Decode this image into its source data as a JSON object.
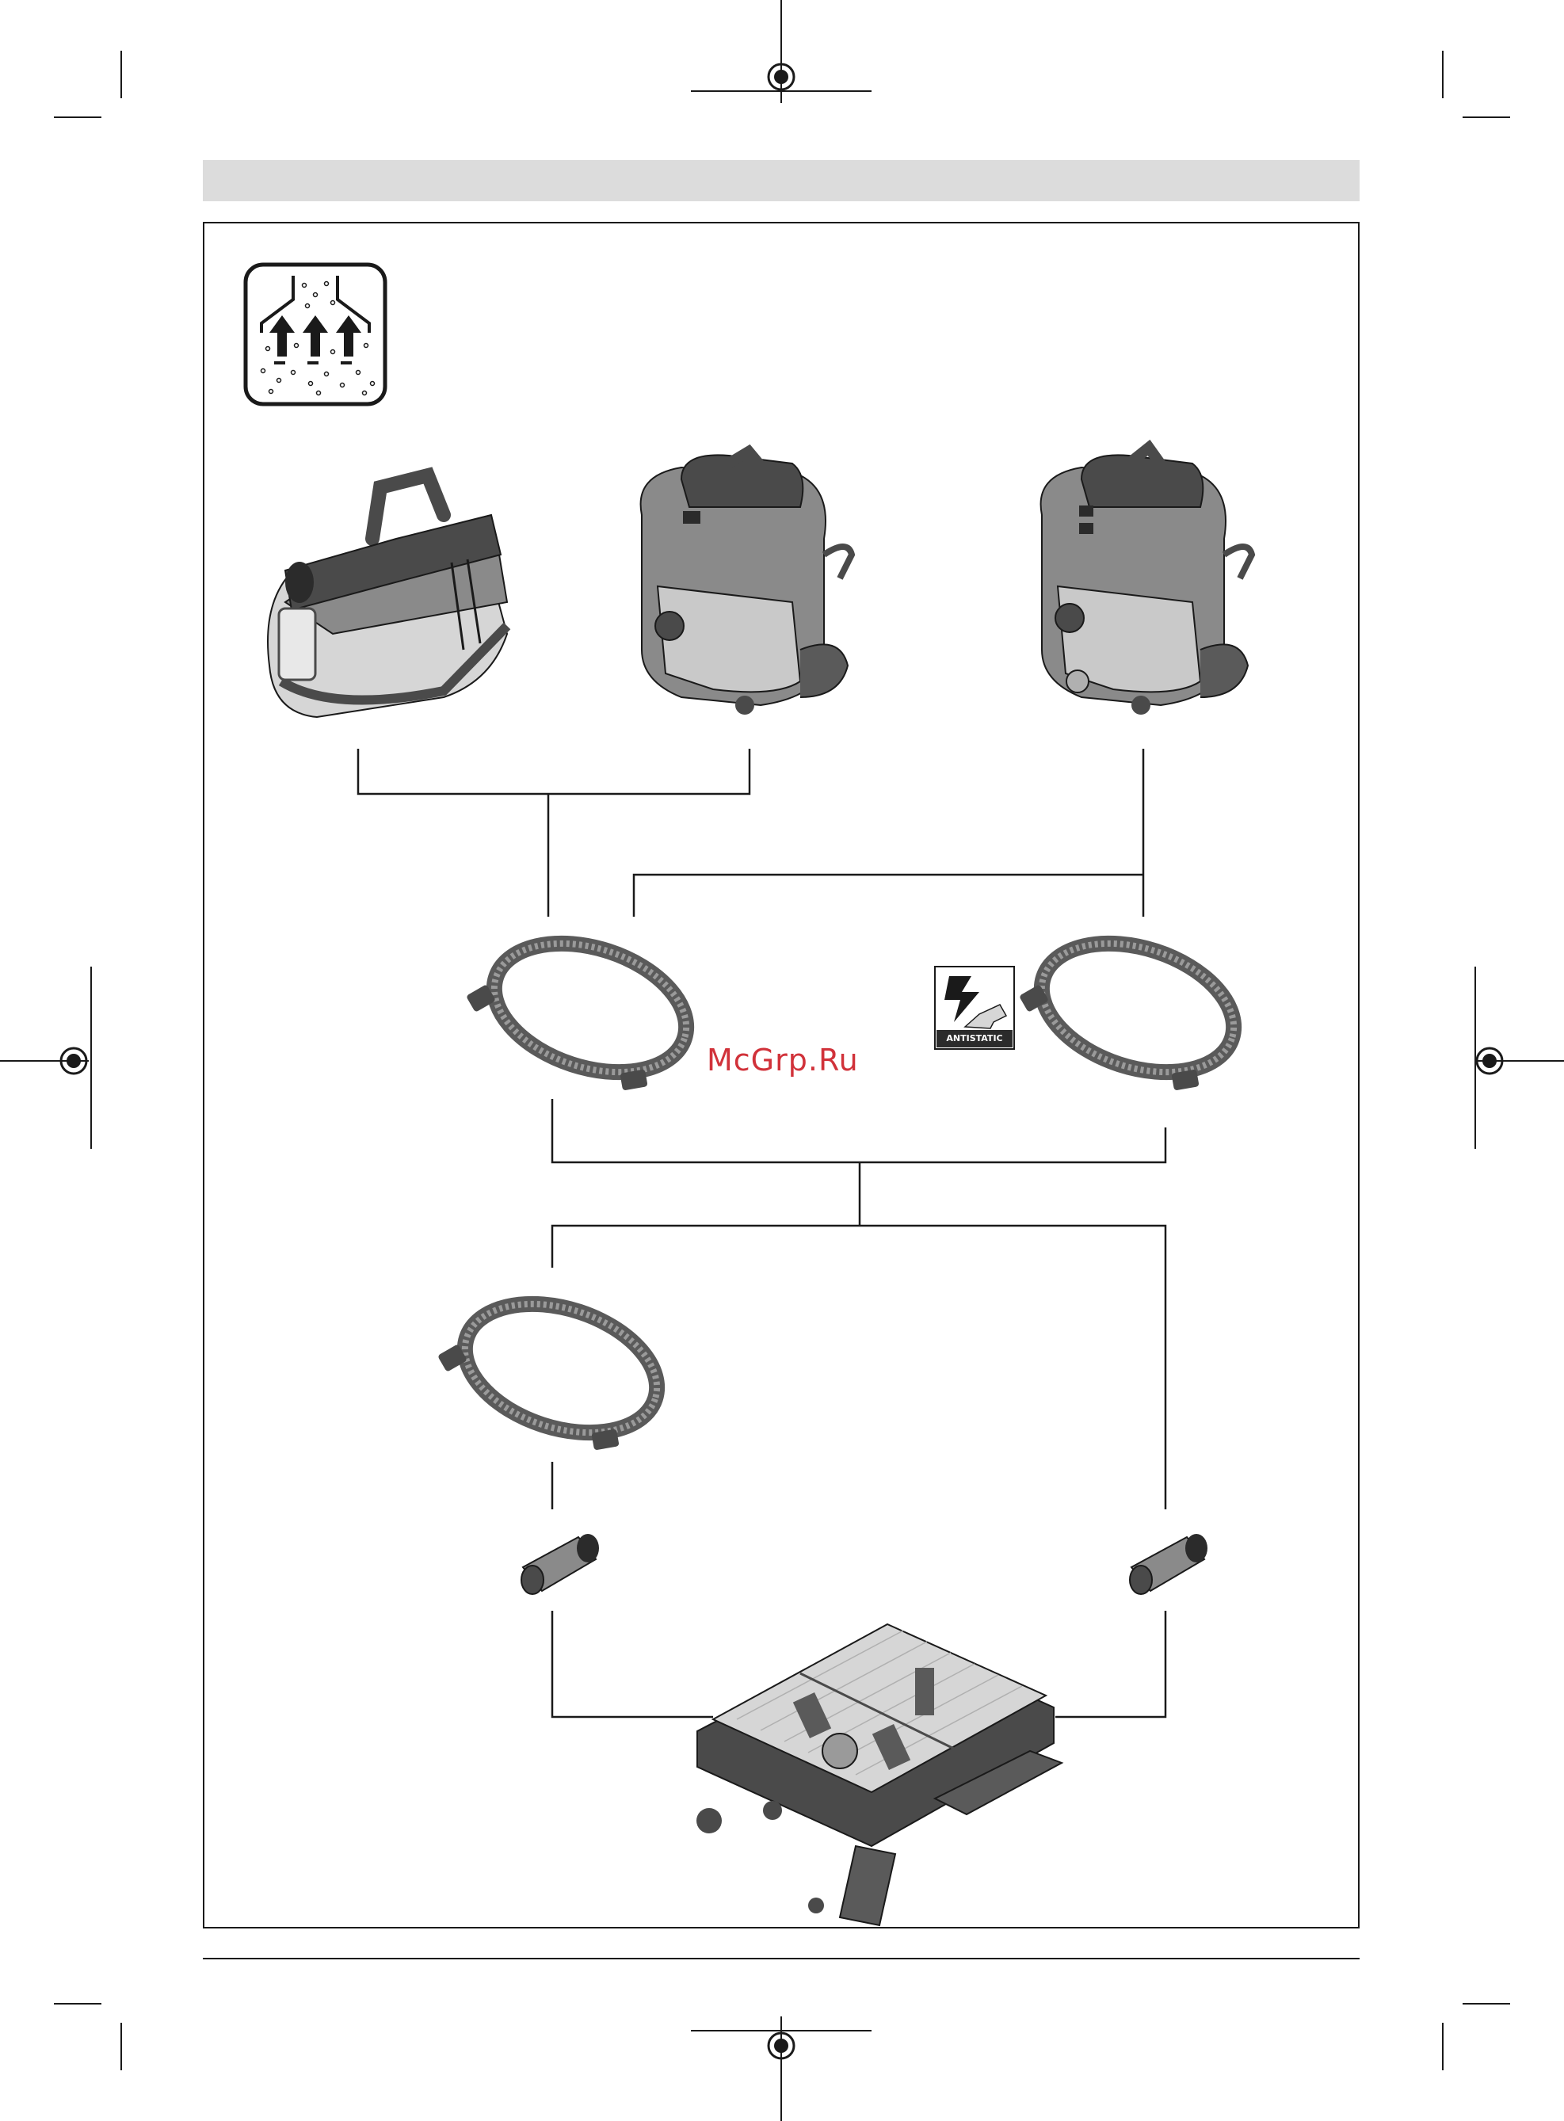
{
  "watermark": {
    "text": "McGrp.Ru"
  },
  "antistatic_badge": {
    "label": "ANTISTATIC"
  },
  "colors": {
    "frame": "#1a1a1a",
    "header_bar": "#dcdcdc",
    "watermark": "#d1323a",
    "device_dark": "#4a4a4a",
    "device_mid": "#8a8a8a",
    "device_light": "#d6d6d6"
  },
  "icons": [
    "dust-extraction-icon",
    "antistatic-icon",
    "registration-mark-icon"
  ],
  "components": {
    "vacuums": [
      "compact-dust-extractor",
      "wet-dry-vacuum-basic",
      "wet-dry-vacuum-advanced"
    ],
    "hoses": [
      "standard-hose",
      "antistatic-hose",
      "extension-hose"
    ],
    "adapters": [
      "adapter-left",
      "adapter-right"
    ],
    "tool": "table-saw"
  }
}
